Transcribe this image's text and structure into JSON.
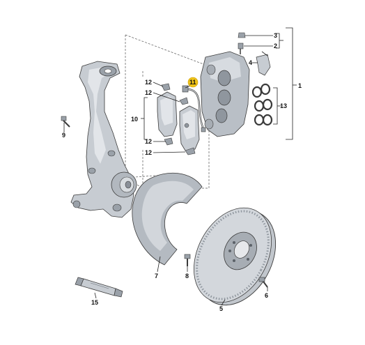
{
  "diagram": {
    "labels": {
      "l1": "1",
      "l2": "2",
      "l3": "3",
      "l4": "4",
      "l5": "5",
      "l6": "6",
      "l7": "7",
      "l8": "8",
      "l9": "9",
      "l10": "10",
      "l11": "11",
      "l12a": "12",
      "l12b": "12",
      "l12c": "12",
      "l12d": "12",
      "l13": "13",
      "l15": "15"
    },
    "colors": {
      "part_fill": "#c7ccd2",
      "part_dark": "#9aa1a9",
      "part_light": "#e2e5e9",
      "highlight": "#f0c419",
      "line": "#222222"
    }
  }
}
